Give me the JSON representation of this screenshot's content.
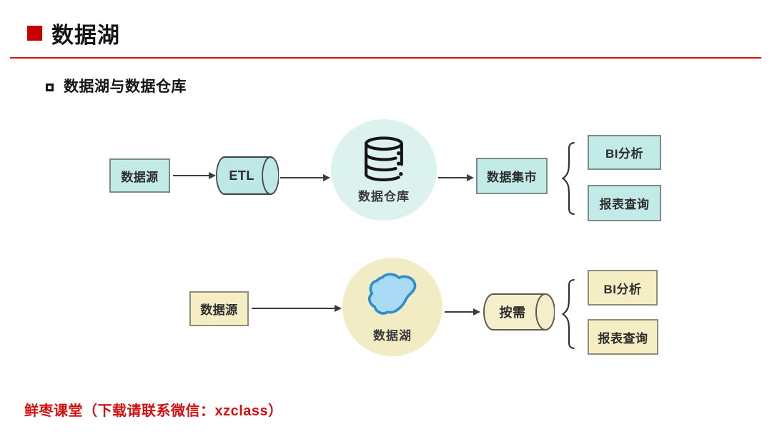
{
  "header": {
    "title": "数据湖"
  },
  "subtitle": "数据湖与数据仓库",
  "flows": {
    "warehouse": {
      "source": "数据源",
      "etl": "ETL",
      "center": "数据仓库",
      "mart": "数据集市",
      "outputs": [
        "BI分析",
        "报表查询"
      ]
    },
    "lake": {
      "source": "数据源",
      "center": "数据湖",
      "ondemand": "按需",
      "outputs": [
        "BI分析",
        "报表查询"
      ]
    }
  },
  "footer": {
    "text": "鲜枣课堂（下载请联系微信：xzclass）"
  },
  "icons": {
    "warehouse_icon": "database-icon",
    "lake_icon": "lake-icon"
  },
  "colors": {
    "accent_red": "#c40000",
    "rule_red": "#d41111",
    "footer_red": "#d41111",
    "warehouse_box_fill": "#c2eae7",
    "warehouse_circle_fill": "#dcf2ee",
    "lake_box_fill": "#f5edc4",
    "lake_circle_fill": "#f2ecc5",
    "lake_water_fill": "#a9daf6",
    "lake_water_stroke": "#2f8fc9",
    "shape_border_cyan": "#7b8c8a",
    "shape_border_yellow": "#908d77",
    "arrow_color": "#3c3c3c"
  }
}
